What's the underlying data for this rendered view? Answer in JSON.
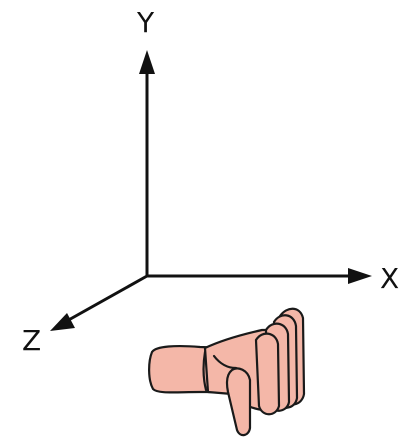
{
  "axes": {
    "y_label": "Y",
    "x_label": "X",
    "z_label": "Z"
  },
  "colors": {
    "axis_stroke": "#111111",
    "hand_fill": "#f4b7a8",
    "hand_outline": "#1a1a1a"
  },
  "icons": {
    "hand": "left-hand-thumb-down-icon"
  }
}
